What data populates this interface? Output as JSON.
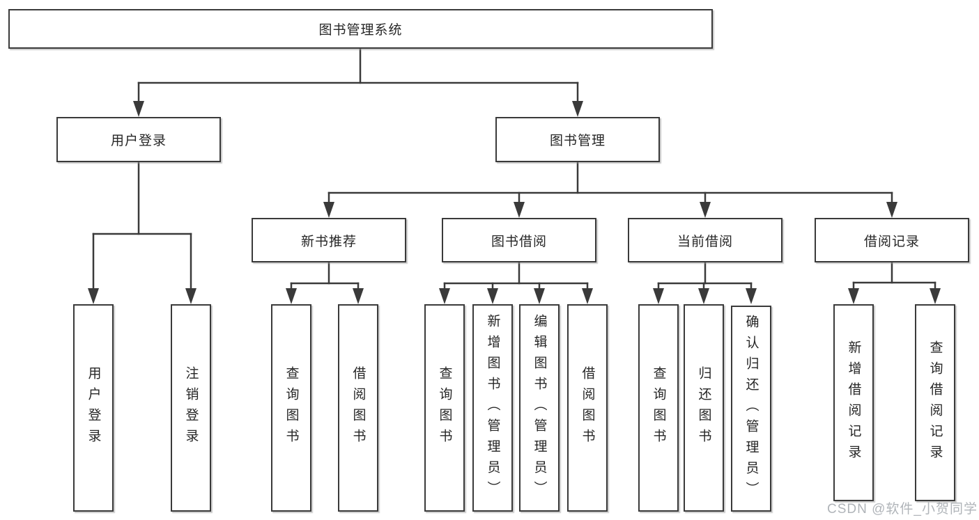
{
  "nodes": {
    "root": "图书管理系统",
    "level2": [
      "用户登录",
      "图书管理"
    ],
    "level3": [
      "新书推荐",
      "图书借阅",
      "当前借阅",
      "借阅记录"
    ],
    "leaves": [
      "用户登录",
      "注销登录",
      "查询图书",
      "借阅图书",
      "查询图书",
      "新增图书（管理员）",
      "编辑图书（管理员）",
      "借阅图书",
      "查询图书",
      "归还图书",
      "确认归还（管理员）",
      "新增借阅记录",
      "查询借阅记录"
    ]
  },
  "watermark": "CSDN @软件_小贺同学",
  "colors": {
    "line": "#3a3a3a",
    "text": "#262626",
    "watermark": "#a3a8ad",
    "background": "#ffffff"
  }
}
